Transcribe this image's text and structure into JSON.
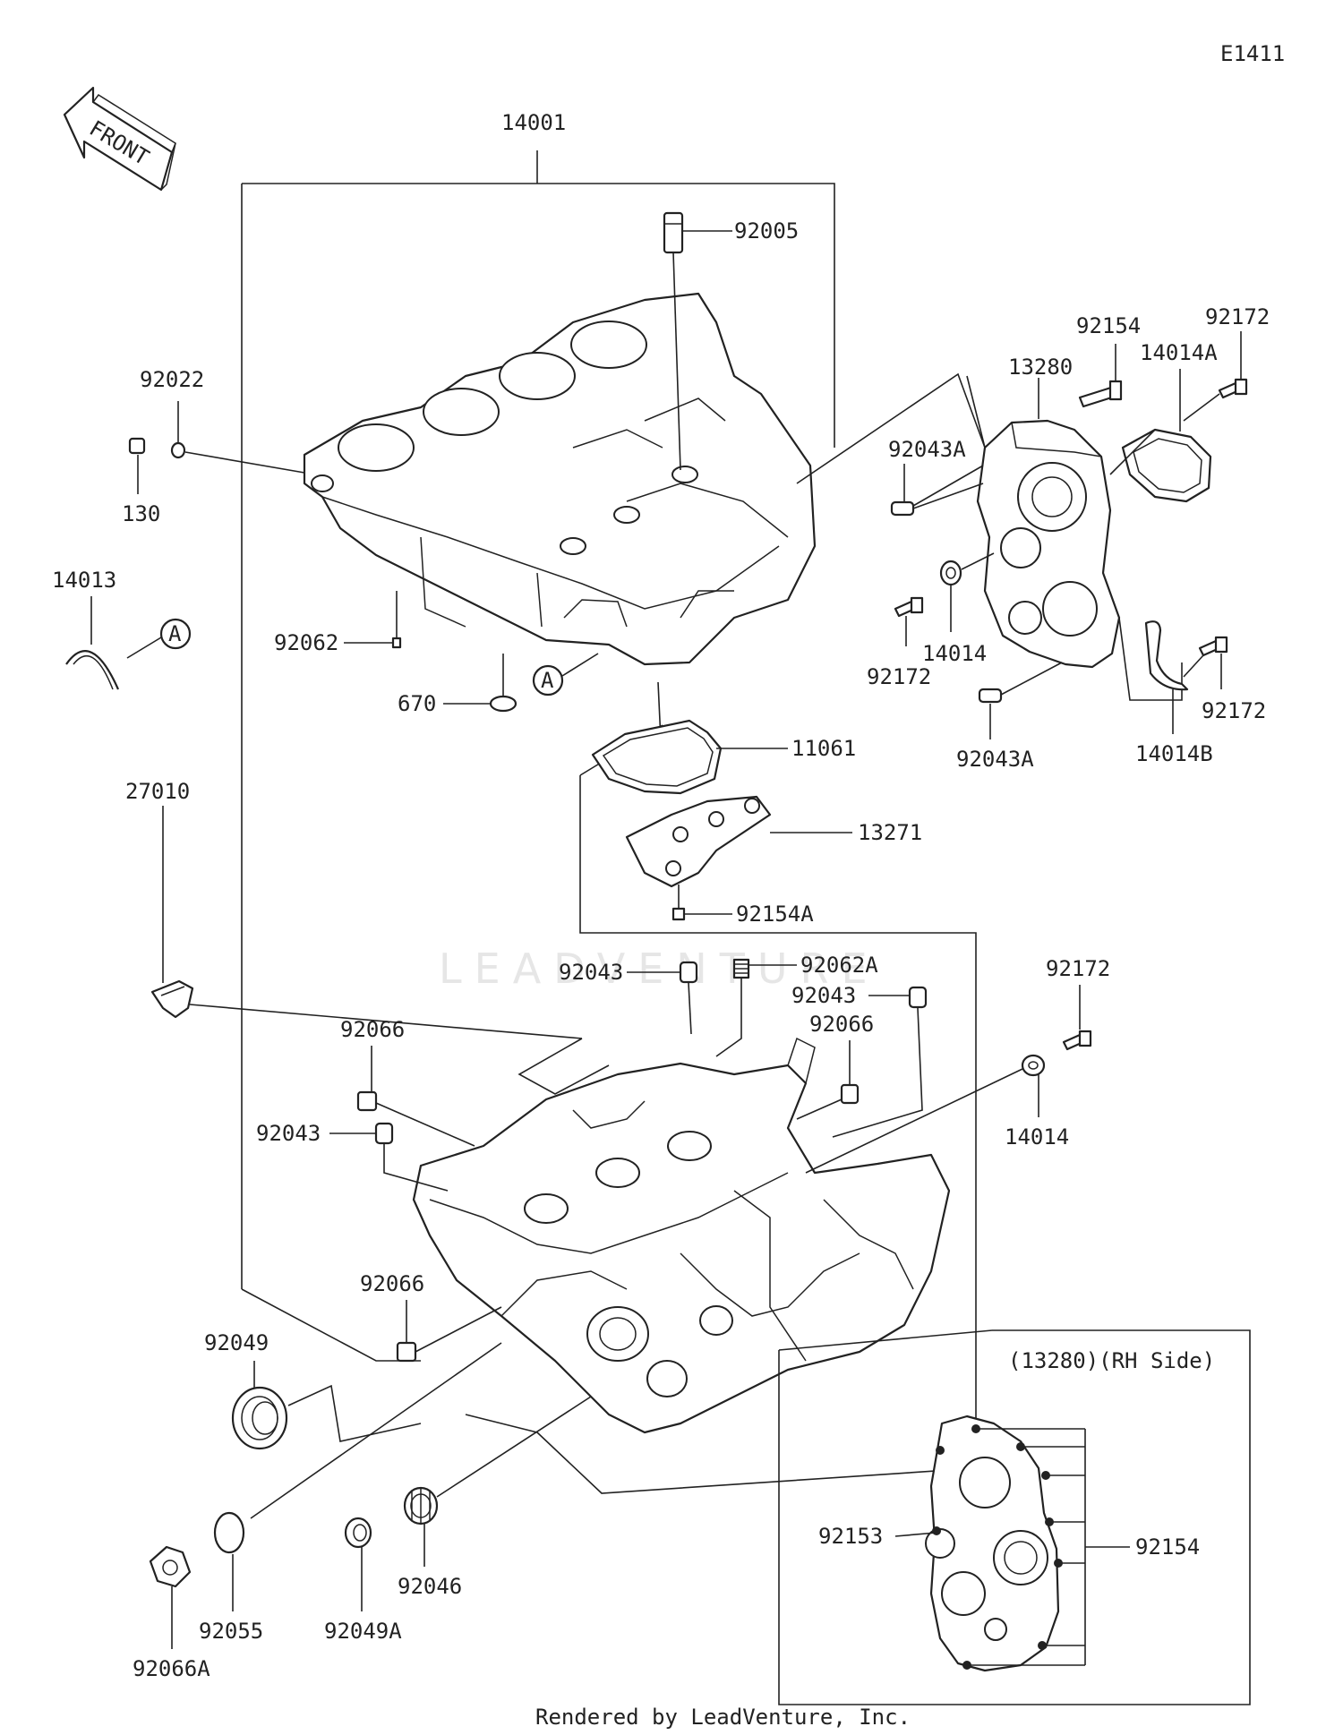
{
  "diagram_code": "E1411",
  "front_arrow_text": "FRONT",
  "inset_title": "(13280)(RH Side)",
  "watermark": "LEADVENTURE",
  "footer": "Rendered by LeadVenture, Inc.",
  "part_labels": {
    "p14001": "14001",
    "p92005": "92005",
    "p92022": "92022",
    "p130": "130",
    "p14013": "14013",
    "p92062": "92062",
    "p670": "670",
    "circleA1": "A",
    "circleA2": "A",
    "p92154": "92154",
    "p92172a": "92172",
    "p13280": "13280",
    "p14014A": "14014A",
    "p92043Aa": "92043A",
    "p14014a": "14014",
    "p92172b": "92172",
    "p92043Ab": "92043A",
    "p14014B": "14014B",
    "p92172c": "92172",
    "p11061": "11061",
    "p13271": "13271",
    "p92154A": "92154A",
    "p27010": "27010",
    "p92043a": "92043",
    "p92062A": "92062A",
    "p92043b": "92043",
    "p92172d": "92172",
    "p92066a": "92066",
    "p92066b": "92066",
    "p92043c": "92043",
    "p14014b": "14014",
    "p92066c": "92066",
    "p92049": "92049",
    "p92055": "92055",
    "p92049A": "92049A",
    "p92046": "92046",
    "p92066A": "92066A",
    "p92153": "92153",
    "p92154b": "92154"
  }
}
